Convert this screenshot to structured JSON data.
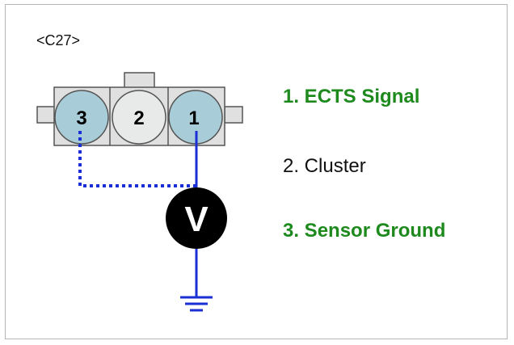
{
  "connector": {
    "name": "<C27>",
    "pins": [
      "3",
      "2",
      "1"
    ]
  },
  "meter": {
    "symbol": "V"
  },
  "legend": [
    {
      "text": "1. ECTS Signal",
      "color": "#1e8a1e"
    },
    {
      "text": "2. Cluster",
      "color": "#111111"
    },
    {
      "text": "3. Sensor Ground",
      "color": "#1e8a1e"
    }
  ],
  "colors": {
    "wire": "#1a2fd6",
    "pin_active": "#a8ccd8",
    "pin_idle": "#e8eaea",
    "housing": "#e0e0e0",
    "meter_bg": "#000000",
    "meter_fg": "#ffffff"
  },
  "icons": {
    "ground": "ground-symbol-icon",
    "meter": "voltmeter-icon"
  }
}
